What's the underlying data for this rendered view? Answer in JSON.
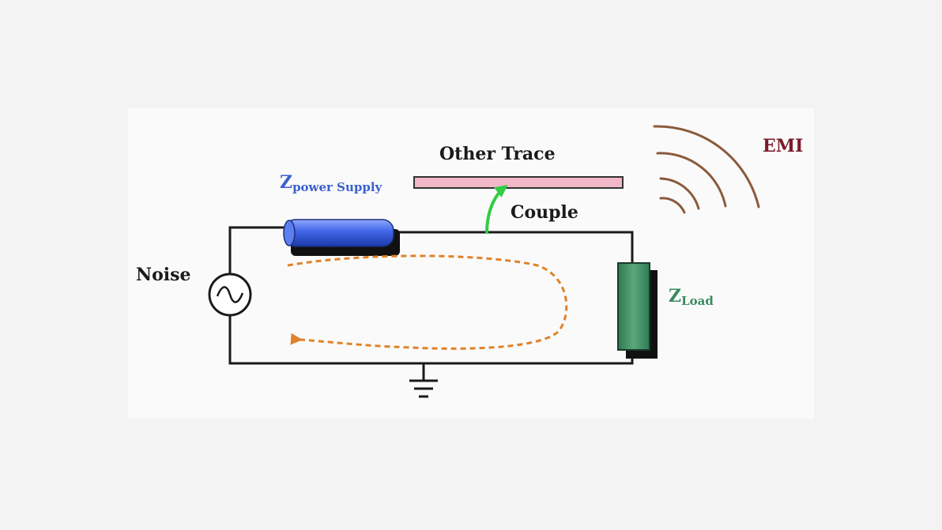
{
  "labels": {
    "noise": "Noise",
    "other_trace": "Other Trace",
    "couple": "Couple",
    "emi": "EMI",
    "z_power_main": "Z",
    "z_power_sub": "power Supply",
    "z_load_main": "Z",
    "z_load_sub": "Load"
  },
  "colors": {
    "wire": "#1a1a1a",
    "power_supply": "#2f55d4",
    "load": "#3e8a5e",
    "trace": "#f2b8c8",
    "couple_arrow": "#33cc44",
    "current_loop": "#e0822a",
    "emi": "#8b5a3c",
    "emi_text": "#7a1a2a",
    "power_label": "#3a5fcf",
    "load_label": "#3a8a5e"
  }
}
